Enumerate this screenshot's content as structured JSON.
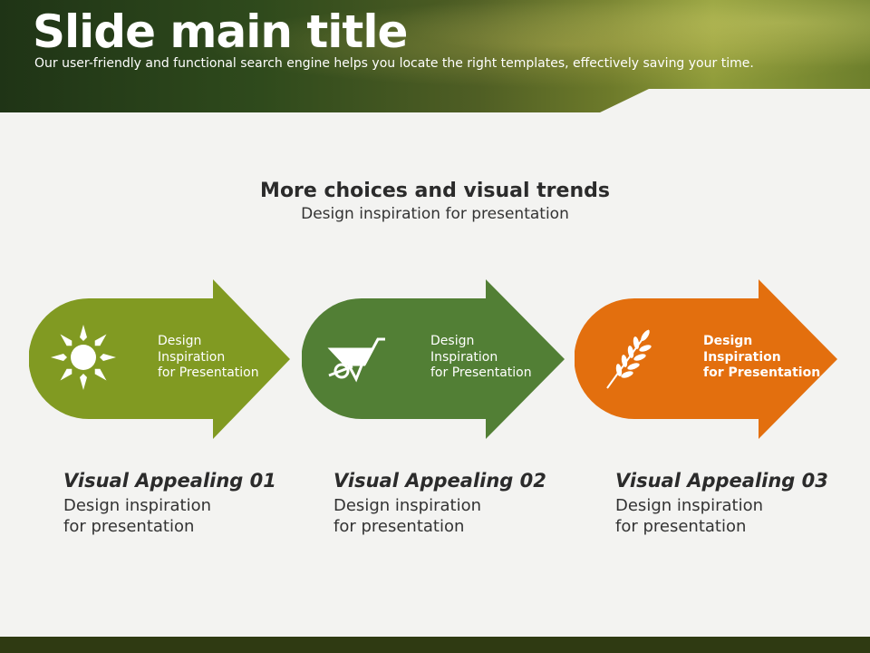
{
  "header": {
    "title": "Slide main title",
    "subtitle": "Our user-friendly and functional search engine helps you locate the right templates, effectively saving your time."
  },
  "section": {
    "title": "More choices and visual trends",
    "subtitle": "Design inspiration for presentation"
  },
  "arrows": [
    {
      "icon": "sun-icon",
      "color": "#819a22",
      "lines": [
        "Design",
        "Inspiration",
        "for Presentation"
      ]
    },
    {
      "icon": "wheelbarrow-icon",
      "color": "#527f35",
      "lines": [
        "Design",
        "Inspiration",
        "for Presentation"
      ]
    },
    {
      "icon": "wheat-icon",
      "color": "#e36f0e",
      "lines": [
        "Design",
        "Inspiration",
        "for Presentation"
      ]
    }
  ],
  "cards": [
    {
      "title": "Visual Appealing 01",
      "lines": [
        "Design inspiration",
        "for presentation"
      ]
    },
    {
      "title": "Visual Appealing 02",
      "lines": [
        "Design inspiration",
        "for presentation"
      ]
    },
    {
      "title": "Visual Appealing 03",
      "lines": [
        "Design inspiration",
        "for presentation"
      ]
    }
  ]
}
